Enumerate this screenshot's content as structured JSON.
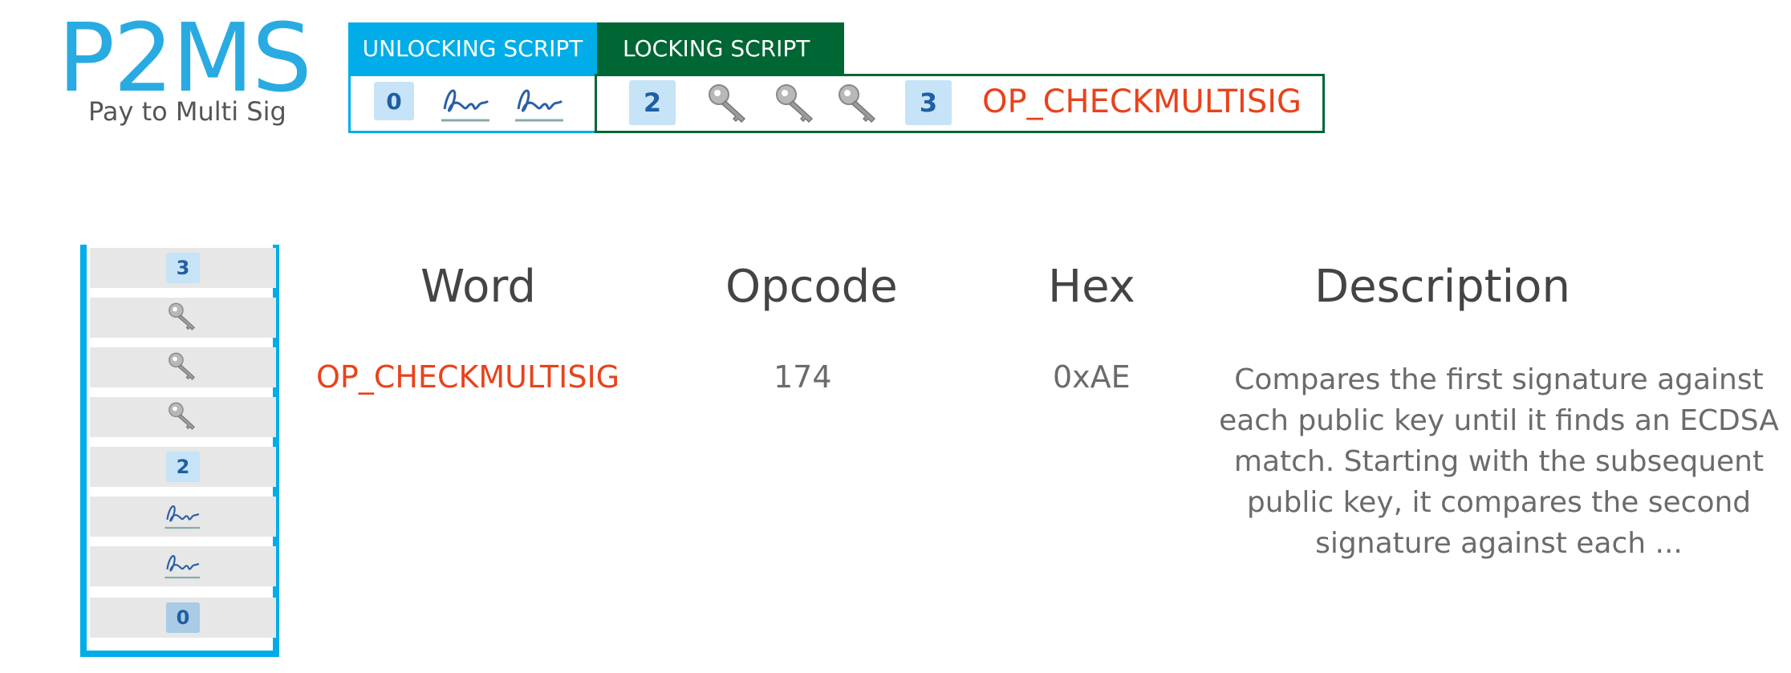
{
  "title": "P2MS",
  "subtitle": "Pay to Multi Sig",
  "unlocking_script": {
    "label": "UNLOCKING SCRIPT",
    "items": [
      {
        "type": "number",
        "value": "0"
      },
      {
        "type": "signature",
        "icon": "signature-icon"
      },
      {
        "type": "signature",
        "icon": "signature-icon"
      }
    ]
  },
  "locking_script": {
    "label": "LOCKING SCRIPT",
    "items": [
      {
        "type": "number",
        "value": "2"
      },
      {
        "type": "pubkey",
        "icon": "key-icon"
      },
      {
        "type": "pubkey",
        "icon": "key-icon"
      },
      {
        "type": "pubkey",
        "icon": "key-icon"
      },
      {
        "type": "number",
        "value": "3"
      },
      {
        "type": "opcode",
        "value": "OP_CHECKMULTISIG"
      }
    ]
  },
  "stack": [
    {
      "type": "number",
      "value": "3"
    },
    {
      "type": "pubkey",
      "icon": "key-icon"
    },
    {
      "type": "pubkey",
      "icon": "key-icon"
    },
    {
      "type": "pubkey",
      "icon": "key-icon"
    },
    {
      "type": "number",
      "value": "2"
    },
    {
      "type": "signature",
      "icon": "signature-icon"
    },
    {
      "type": "signature",
      "icon": "signature-icon"
    },
    {
      "type": "number",
      "value": "0"
    }
  ],
  "table": {
    "headers": {
      "word": "Word",
      "opcode": "Opcode",
      "hex": "Hex",
      "description": "Description"
    },
    "row": {
      "word": "OP_CHECKMULTISIG",
      "opcode": "174",
      "hex": "0xAE",
      "description": "Compares the first signature against each public key until it finds an ECDSA match. Starting with the subsequent public key, it compares the second signature against each ..."
    }
  },
  "colors": {
    "unlocking": "#00ade8",
    "locking": "#006633",
    "opcode": "#e8431c",
    "title": "#29abe2"
  }
}
